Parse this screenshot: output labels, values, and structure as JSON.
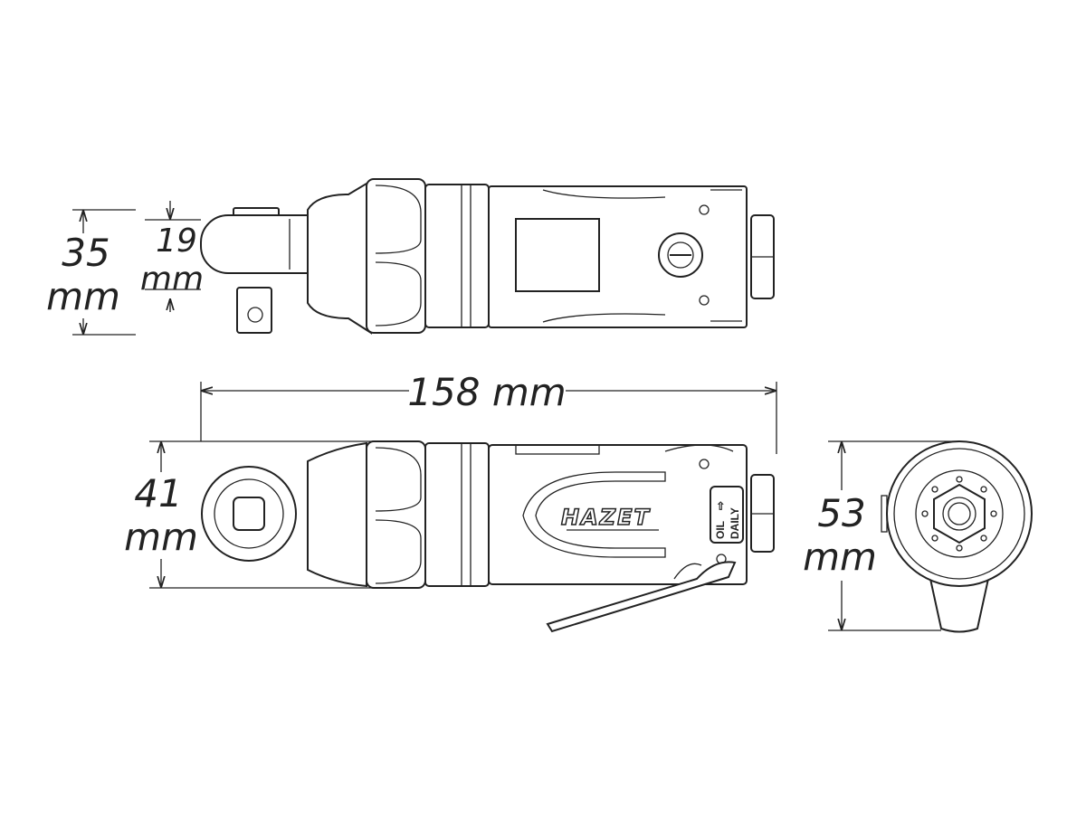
{
  "dimensions": {
    "height_top": {
      "value": "35",
      "unit": "mm"
    },
    "drive_width": {
      "value": "19",
      "unit": "mm"
    },
    "length": {
      "label": "158 mm"
    },
    "height_side": {
      "value": "41",
      "unit": "mm"
    },
    "end_diameter": {
      "value": "53",
      "unit": "mm"
    }
  },
  "tool": {
    "brand": "HAZET",
    "oil_label": "OIL",
    "arrow": "⇨",
    "daily_label": "DAILY"
  }
}
